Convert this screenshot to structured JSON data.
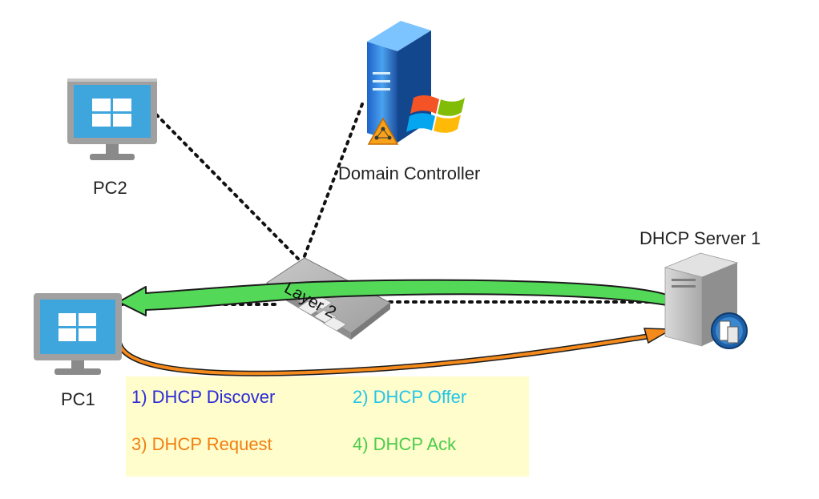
{
  "nodes": {
    "pc2": {
      "label": "PC2"
    },
    "pc1": {
      "label": "PC1"
    },
    "domain_controller": {
      "label": "Domain Controller"
    },
    "dhcp_server": {
      "label": "DHCP Server 1"
    },
    "switch": {
      "label": "Layer 2"
    }
  },
  "legend": {
    "items": [
      {
        "label": "1) DHCP Discover",
        "color": "#2b2bd6"
      },
      {
        "label": "2) DHCP Offer",
        "color": "#22c5e8"
      },
      {
        "label": "3) DHCP Request",
        "color": "#f07f12"
      },
      {
        "label": "4) DHCP Ack",
        "color": "#4ccc4c"
      }
    ]
  },
  "colors": {
    "offer_arrow": "#53d957",
    "request_arrow": "#f58a1c",
    "legend_background": "#fffdc8",
    "monitor_frame": "#9c9c9c",
    "screen": "#3ea6dd"
  }
}
